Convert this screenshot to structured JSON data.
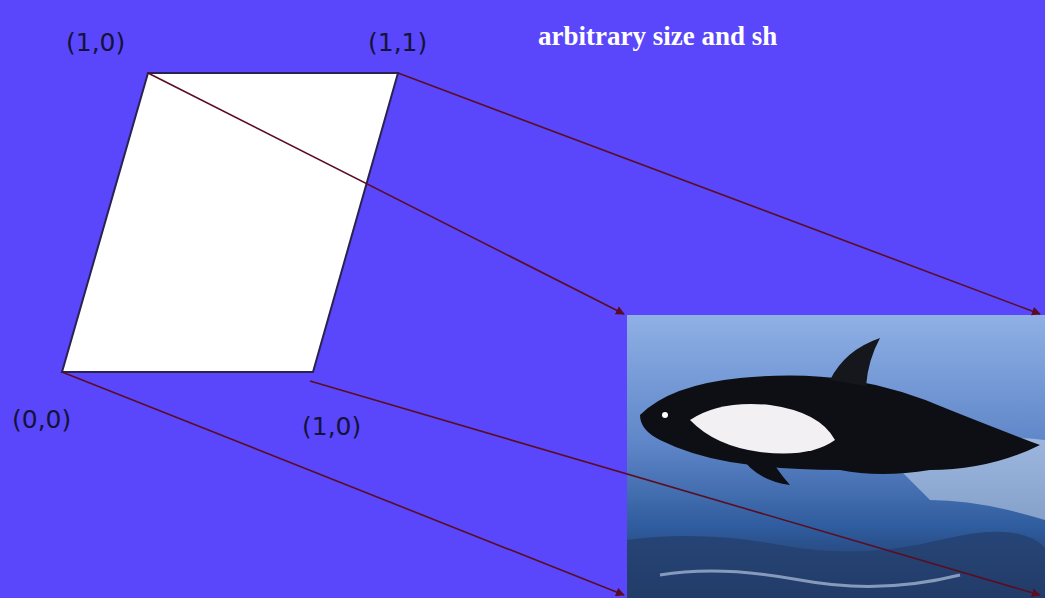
{
  "diagram": {
    "labels": [
      "(1,0)",
      "(1,1)",
      "arbitrary size and sh",
      "(0,0)",
      "(1,0)"
    ]
  }
}
